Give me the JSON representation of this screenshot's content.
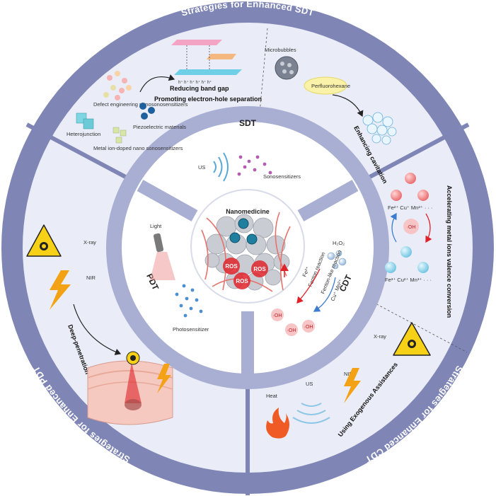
{
  "ring": {
    "top": "Strategies for Enhanced SDT",
    "left": "Strategies for Enhanced PDT",
    "right": "Strategies for Enhanced CDT"
  },
  "sections": {
    "sdt": "SDT",
    "pdt": "PDT",
    "cdt": "CDT"
  },
  "center": {
    "title": "Nanomedicine",
    "ros": [
      "ROS",
      "ROS",
      "ROS"
    ]
  },
  "sdt_inner": {
    "us": "US",
    "sonosensitizers": "Sonosensitizers"
  },
  "pdt_inner": {
    "light": "Light",
    "photosensitizer": "Photosensitizer"
  },
  "cdt_inner": {
    "h2o2": "H₂O₂",
    "fe": "Fe²⁺",
    "fenton": "Fenton reaction",
    "fentonlike": "Fenton-like reaction",
    "cu_mn": "Cu⁺ Mn²⁺",
    "oh": [
      "·OH",
      "·OH",
      "·OH"
    ]
  },
  "sdt_outer": {
    "defect": "Defect engineering nanosonosensitizers",
    "heterojunction": "Heterojunction",
    "piezo": "Piezoelectric materials",
    "metal_doped": "Metal ion-doped nano sonosensitizers",
    "band_gap": "Reducing band gap",
    "electron_hole": "Promoting electron-hole separation",
    "microbubbles": "Microbubbles",
    "perfluorohexane": "Perfluorohexane",
    "cavitation": "Enhancing cavitation"
  },
  "pdt_outer": {
    "xray": "X-ray",
    "nir": "NIR",
    "deep": "Deep-penetration"
  },
  "cdt_outer": {
    "ions_top": "Fe²⁺ Cu⁺ Mn²⁺ · · ·",
    "oh": "·OH",
    "ions_bottom": "Fe³⁺ Cu²⁺ Mn³⁺ · · ·",
    "valence": "Accelerating metal ions valence conversion",
    "xray": "X-ray",
    "nir": "NIR",
    "us": "US",
    "heat": "Heat",
    "exogenous": "Using Exogenous Assistances"
  },
  "colors": {
    "outer_ring": "#7f86b6",
    "sector_bg": "#eaedf7",
    "mid_ring": "#a9aed3",
    "inner_bg": "#ffffff",
    "ros_red": "#e0232a",
    "warning_yellow": "#f7d117",
    "arrow_blue": "#3b7bd0"
  }
}
